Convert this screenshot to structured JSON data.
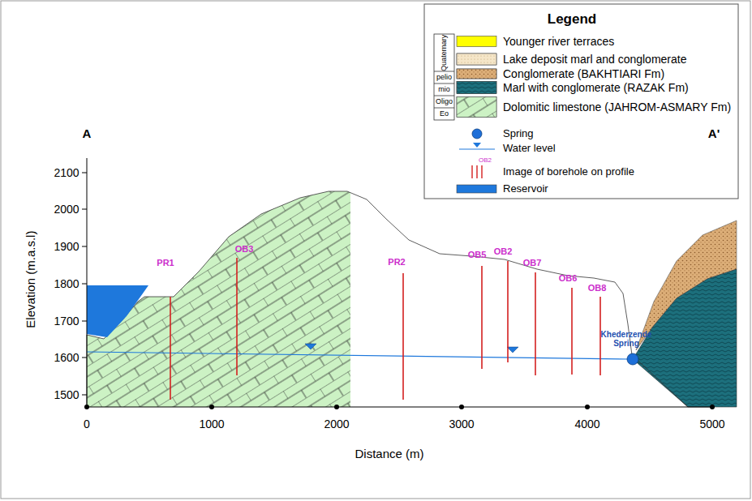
{
  "diagram": {
    "labels": [
      "A",
      "A'",
      "2100",
      "2000",
      "1900",
      "1800",
      "1700",
      "1600",
      "1500",
      "Elevation (m.a.s.l)",
      "0",
      "1000",
      "2000",
      "3000",
      "4000",
      "5000",
      "Distance (m)",
      "PR1",
      "OB3",
      "PR2",
      "OB5",
      "OB2",
      "OB7",
      "OB6",
      "OB8",
      "Khederzende Spring",
      "Legend",
      "Quaternary",
      "pelio",
      "mio",
      "Oligo",
      "Eo",
      "OB2"
    ],
    "legend": [
      {
        "text": "Younger river terraces",
        "color": "#ffff00"
      },
      {
        "text": "Lake deposit marl and conglomerate",
        "color": "#f5e6c8"
      },
      {
        "text": "Conglomerate (BAKHTIARI Fm)",
        "color": "#dcae78"
      },
      {
        "text": "Marl with conglomerate (RAZAK Fm)",
        "color": "#1c6f7c"
      },
      {
        "text": "Dolomitic limestone (JAHROM-ASMARY Fm)",
        "color": "#ccf2c4"
      },
      {
        "text": "Spring"
      },
      {
        "text": "Water level"
      },
      {
        "text": "Image of borehole on profile"
      },
      {
        "text": "Reservoir",
        "color": "#1e78dc"
      }
    ]
  }
}
